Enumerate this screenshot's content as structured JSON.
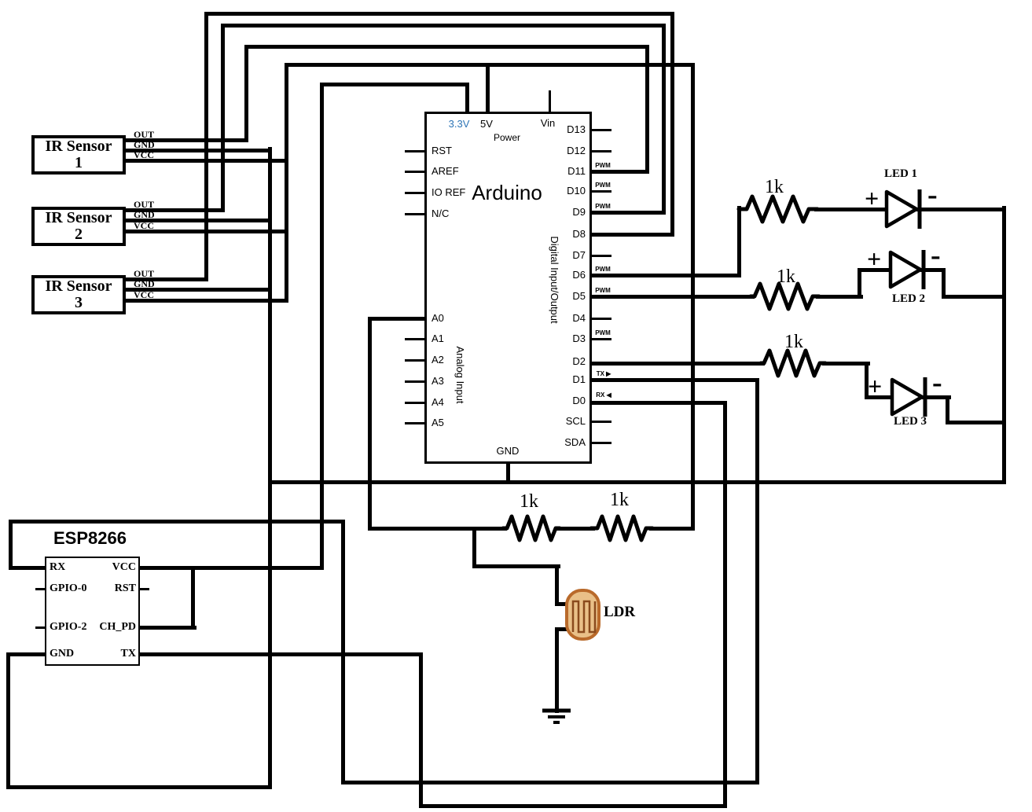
{
  "arduino": {
    "name": "Arduino",
    "power_group_label": "Power",
    "pin_3v3": "3.3V",
    "pin_5v": "5V",
    "pin_vin": "Vin",
    "left_pins": [
      "RST",
      "AREF",
      "IO REF",
      "N/C"
    ],
    "analog_group_label": "Analog Input",
    "analog_pins": [
      "A0",
      "A1",
      "A2",
      "A3",
      "A4",
      "A5"
    ],
    "digital_group_label": "Digital Input/Output",
    "digital_pins": [
      "D13",
      "D12",
      "D11",
      "D10",
      "D9",
      "D8",
      "D7",
      "D6",
      "D5",
      "D4",
      "D3",
      "D2",
      "D1",
      "D0",
      "SCL",
      "SDA"
    ],
    "pwm_badge": "PWM",
    "tx_badge": "TX ▶",
    "rx_badge": "RX ◀",
    "gnd_pin": "GND",
    "accent_3v3_color": "#2e75b6"
  },
  "ir_sensors": [
    {
      "title_line1": "IR Sensor",
      "title_line2": "1",
      "pin_out": "OUT",
      "pin_gnd": "GND",
      "pin_vcc": "VCC"
    },
    {
      "title_line1": "IR Sensor",
      "title_line2": "2",
      "pin_out": "OUT",
      "pin_gnd": "GND",
      "pin_vcc": "VCC"
    },
    {
      "title_line1": "IR Sensor",
      "title_line2": "3",
      "pin_out": "OUT",
      "pin_gnd": "GND",
      "pin_vcc": "VCC"
    }
  ],
  "esp8266": {
    "title": "ESP8266",
    "pin_rx": "RX",
    "pin_gpio0": "GPIO-0",
    "pin_gpio2": "GPIO-2",
    "pin_gnd": "GND",
    "pin_vcc": "VCC",
    "pin_rst": "RST",
    "pin_chpd": "CH_PD",
    "pin_tx": "TX"
  },
  "leds": [
    {
      "label": "LED 1",
      "anode": "+",
      "cathode": "-",
      "resistor_value": "1k"
    },
    {
      "label": "LED 2",
      "anode": "+",
      "cathode": "-",
      "resistor_value": "1k"
    },
    {
      "label": "LED 3",
      "anode": "+",
      "cathode": "-",
      "resistor_value": "1k"
    }
  ],
  "ldr": {
    "label": "LDR",
    "resistor1": "1k",
    "resistor2": "1k",
    "body_color": "#e9c088",
    "electrode_color": "#8a4a1d",
    "outline_color": "#b96a2b"
  },
  "wire_color": "#000000"
}
